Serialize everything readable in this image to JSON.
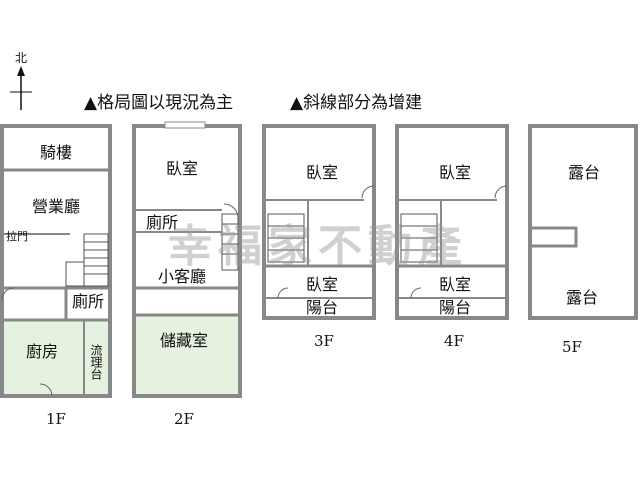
{
  "compass": {
    "label": "北"
  },
  "notes": {
    "layout_as_is": "▲格局圖以現況為主",
    "hatched_is_addition": "▲斜線部分為增建"
  },
  "watermark": "幸福家不動產",
  "floors": {
    "f1": {
      "label": "1F",
      "rooms": {
        "arcade": "騎樓",
        "business_hall": "營業廳",
        "sliding_door": "拉門",
        "toilet": "廁所",
        "kitchen": "廚房",
        "sink_counter": "流理台"
      }
    },
    "f2": {
      "label": "2F",
      "rooms": {
        "bedroom": "臥室",
        "toilet": "廁所",
        "small_living": "小客廳",
        "storage": "儲藏室"
      }
    },
    "f3": {
      "label": "3F",
      "rooms": {
        "bedroom_front": "臥室",
        "bedroom_back": "臥室",
        "balcony": "陽台"
      }
    },
    "f4": {
      "label": "4F",
      "rooms": {
        "bedroom_front": "臥室",
        "bedroom_back": "臥室",
        "balcony": "陽台"
      }
    },
    "f5": {
      "label": "5F",
      "rooms": {
        "terrace_front": "露台",
        "terrace_back": "露台"
      }
    }
  },
  "colors": {
    "addition_fill": "#e6f2e0",
    "wall": "#888888"
  }
}
